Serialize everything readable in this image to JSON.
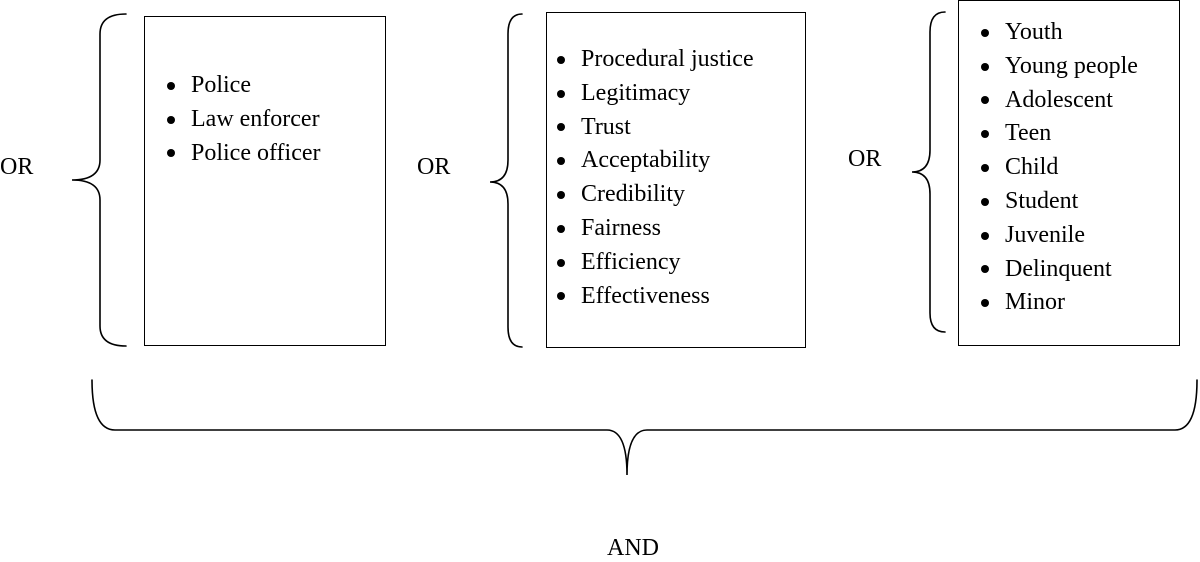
{
  "diagram": {
    "group_operator": "OR",
    "join_operator": "AND",
    "groups": [
      {
        "operator": "OR",
        "terms": [
          "Police",
          "Law enforcer",
          "Police officer"
        ]
      },
      {
        "operator": "OR",
        "terms": [
          "Procedural justice",
          "Legitimacy",
          "Trust",
          "Acceptability",
          "Credibility",
          "Fairness",
          "Efficiency",
          "Effectiveness"
        ]
      },
      {
        "operator": "OR",
        "terms": [
          "Youth",
          "Young people",
          "Adolescent",
          "Teen",
          "Child",
          "Student",
          "Juvenile",
          "Delinquent",
          "Minor"
        ]
      }
    ]
  }
}
